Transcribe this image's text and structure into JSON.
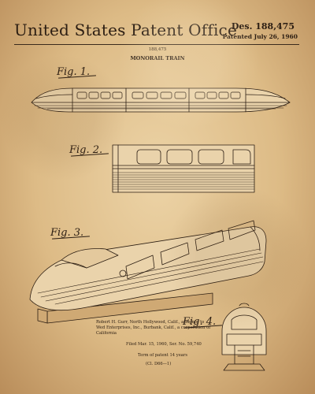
{
  "header": {
    "office_title": "United States Patent Office",
    "design_number": "Des. 188,475",
    "patent_date": "Patented July 26, 1960"
  },
  "subhead": {
    "number": "188,475",
    "title": "MONORAIL TRAIN"
  },
  "figures": {
    "fig1": "Fig. 1.",
    "fig2": "Fig. 2.",
    "fig3": "Fig. 3.",
    "fig4": "Fig. 4."
  },
  "footer": {
    "inventor": "Robert H. Gurr, North Hollywood, Calif., assignor to Wed Enterprises, Inc., Burbank, Calif., a corporation of California",
    "filed": "Filed Mar. 15, 1960, Ser. No. 59,740",
    "term": "Term of patent 14 years",
    "class": "(Cl. D66—1)"
  },
  "colors": {
    "paper": "#e3c595",
    "ink": "#2b1d12"
  }
}
